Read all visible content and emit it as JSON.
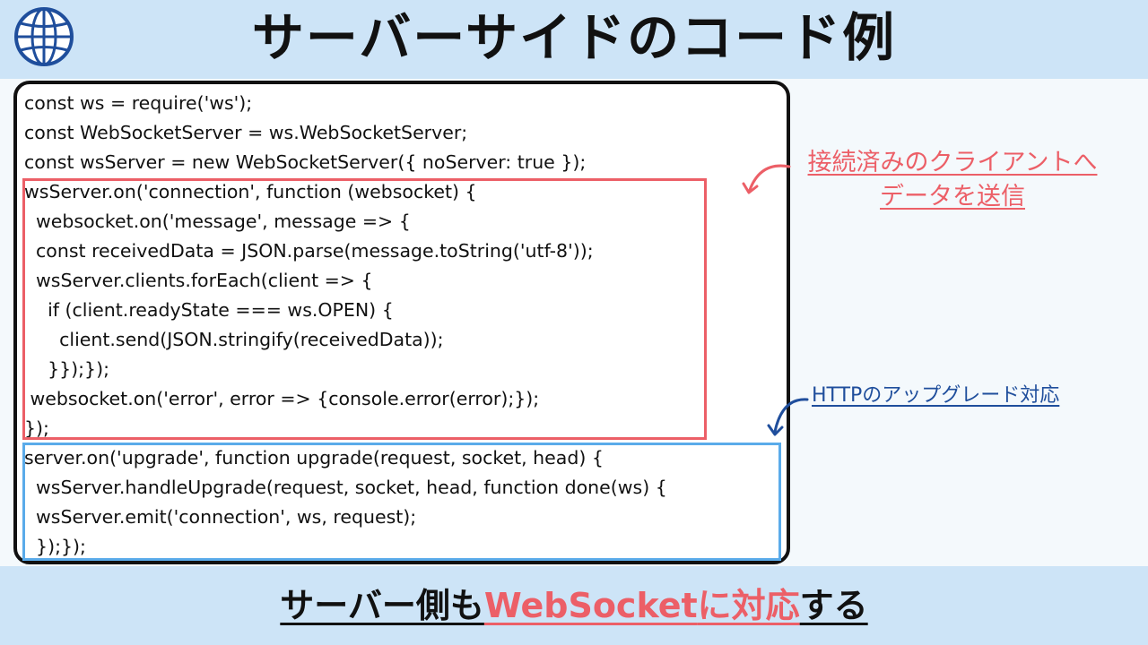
{
  "header": {
    "title": "サーバーサイドのコード例",
    "icon": "globe-icon"
  },
  "code": {
    "lines": [
      "const ws = require('ws');",
      "const WebSocketServer = ws.WebSocketServer;",
      "const wsServer = new WebSocketServer({ noServer: true });",
      "wsServer.on('connection', function (websocket) {",
      "  websocket.on('message', message => {",
      "  const receivedData = JSON.parse(message.toString('utf-8'));",
      "  wsServer.clients.forEach(client => {",
      "    if (client.readyState === ws.OPEN) {",
      "      client.send(JSON.stringify(receivedData));",
      "    }});});",
      " websocket.on('error', error => {console.error(error);});",
      "});",
      "server.on('upgrade', function upgrade(request, socket, head) {",
      "  wsServer.handleUpgrade(request, socket, head, function done(ws) {",
      "  wsServer.emit('connection', ws, request);",
      "  });});"
    ]
  },
  "annotations": {
    "red_line1": "接続済みのクライアントへ",
    "red_line2": "データを送信",
    "blue": "HTTPのアップグレード対応"
  },
  "footer": {
    "part1": "サーバー側も",
    "part2": "WebSocket",
    "part3": "に対応",
    "part4": "する"
  },
  "colors": {
    "accent_red": "#ec5f67",
    "accent_blue": "#5aabea",
    "note_blue": "#1f4e9c",
    "band": "#cde4f7"
  }
}
